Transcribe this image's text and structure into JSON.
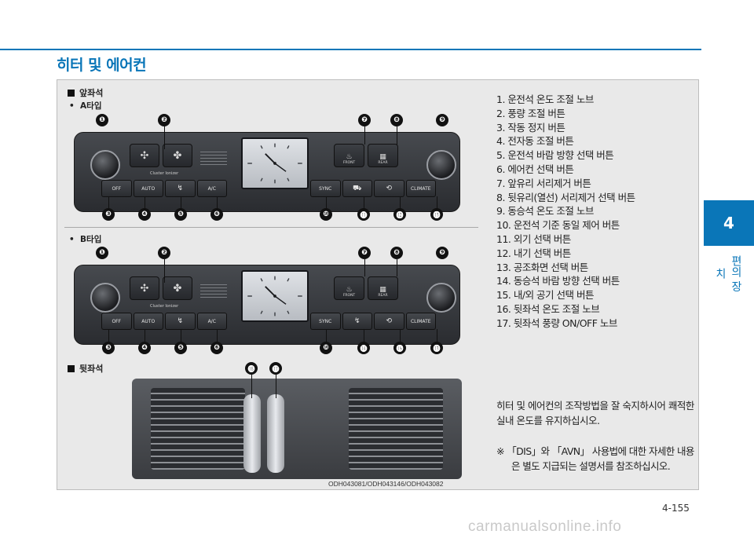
{
  "header": {
    "title": "히터 및 에어컨"
  },
  "side_tab": {
    "number": "4",
    "label": "편의 장치"
  },
  "sections": {
    "front": {
      "label": "앞좌석",
      "type_a": "A타입",
      "type_b": "B타입"
    },
    "rear": {
      "label": "뒷좌석"
    }
  },
  "panel_labels": {
    "ion": "Cluster Ionizer",
    "front": "FRONT",
    "rear": "REAR",
    "a_bottom_left": [
      "OFF",
      "AUTO",
      "",
      "A/C"
    ],
    "a_bottom_right": [
      "SYNC",
      "",
      "",
      "CLIMATE"
    ],
    "b_bottom_left": [
      "OFF",
      "AUTO",
      "",
      "A/C"
    ],
    "b_bottom_right": [
      "SYNC",
      "",
      "",
      "CLIMATE"
    ]
  },
  "callouts": {
    "a_top": [
      "❶",
      "❷",
      "❼",
      "❽",
      "❾"
    ],
    "a_bottom": [
      "❸",
      "❹",
      "❺",
      "❻",
      "❿",
      "⓫",
      "⓬",
      "⓭"
    ],
    "b_top": [
      "❶",
      "❷",
      "❼",
      "❽",
      "❾"
    ],
    "b_bottom": [
      "❸",
      "❹",
      "❺",
      "❻",
      "❿",
      "⓮",
      "⓯",
      "⓭"
    ],
    "rear": [
      "⓰",
      "⓱"
    ]
  },
  "image_id": "ODH043081/ODH043146/ODH043082",
  "legend": [
    "1. 운전석 온도 조절 노브",
    "2. 풍량 조절 버튼",
    "3. 작동 정지 버튼",
    "4. 전자동 조절 버튼",
    "5. 운전석 바람 방향 선택 버튼",
    "6. 에어컨 선택 버튼",
    "7. 앞유리 서리제거 버튼",
    "8. 뒷유리(열선) 서리제거 선택 버튼",
    "9. 동승석 온도 조절 노브",
    "10. 운전석 기준 동일 제어 버튼",
    "11. 외기 선택 버튼",
    "12. 내기 선택 버튼",
    "13. 공조화면 선택 버튼",
    "14. 동승석 바람 방향 선택 버튼",
    "15. 내/외 공기 선택 버튼",
    "16. 뒷좌석 온도 조절 노브",
    "17. 뒷좌석 풍량 ON/OFF 노브"
  ],
  "tip": "히터 및 에어컨의 조작방법을 잘 숙지하시어 쾌적한 실내 온도를 유지하십시오.",
  "note": {
    "line1": "※ 「DIS」와 「AVN」 사용법에 대한 자세한 내용",
    "line2": "은 별도 지급되는 설명서를 참조하십시오."
  },
  "page_number": "4-155",
  "watermark": "carmanualsonline.info"
}
